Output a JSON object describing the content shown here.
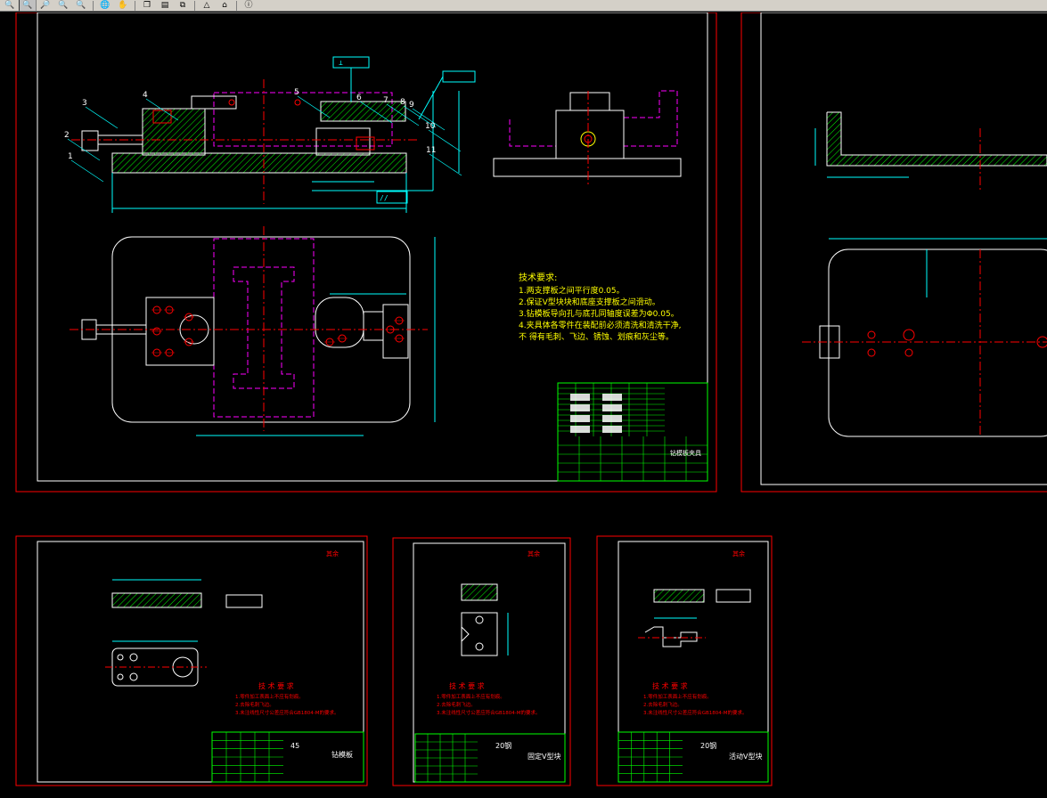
{
  "toolbar": {
    "buttons": [
      {
        "name": "zoom-realtime-icon",
        "glyph": "🔍"
      },
      {
        "name": "zoom-window-icon",
        "glyph": "🔍"
      },
      {
        "name": "zoom-previous-icon",
        "glyph": "🔎"
      },
      {
        "name": "zoom-in-icon",
        "glyph": "🔍"
      },
      {
        "name": "zoom-out-icon",
        "glyph": "🔍"
      },
      {
        "name": "view-3d-icon",
        "glyph": "🌐"
      },
      {
        "name": "pan-icon",
        "glyph": "✋"
      },
      {
        "name": "layer-icon",
        "glyph": "❐"
      },
      {
        "name": "print-icon",
        "glyph": "▤"
      },
      {
        "name": "copy-icon",
        "glyph": "⧉"
      },
      {
        "name": "measure-icon",
        "glyph": "△"
      },
      {
        "name": "home-icon",
        "glyph": "⌂"
      },
      {
        "name": "info-icon",
        "glyph": "ⓘ"
      }
    ]
  },
  "main_sheet": {
    "part_numbers": [
      "1",
      "2",
      "3",
      "4",
      "5",
      "6",
      "7",
      "8",
      "9",
      "10",
      "11"
    ],
    "tolerance_perp": "⊥",
    "tolerance_par": "//",
    "tech_title": "技术要求:",
    "tech_lines": [
      "1.两支撑板之间平行度0.05。",
      "2.保证V型块块和底座支撑板之间滑动。",
      "3.钻模板导向孔与底孔同轴度误差为Φ0.05。",
      "4.夹具体各零件在装配前必须清洗和清洗干净,",
      "不 得有毛刺、飞边、锈蚀、划痕和灰尘等。"
    ],
    "title_block": "钻模板夹具"
  },
  "sheet_a": {
    "tech_title": "技 术 要 求",
    "tech_lines": [
      "1.零件加工表面上不应有划痕。",
      "2.去除毛刺飞边。",
      "3.未注线性尺寸公差应符合GB1804-M的要求。"
    ],
    "roughness": "其余",
    "material": "45",
    "part_name": "钻模板"
  },
  "sheet_b": {
    "tech_title": "技 术 要 求",
    "tech_lines": [
      "1.零件加工表面上不应有划痕。",
      "2.去除毛刺飞边。",
      "3.未注线性尺寸公差应符合GB1804-M的要求。"
    ],
    "roughness": "其余",
    "material": "20钢",
    "part_name": "固定V型块"
  },
  "sheet_c": {
    "tech_title": "技 术 要 求",
    "tech_lines": [
      "1.零件加工表面上不应有划痕。",
      "2.去除毛刺飞边。",
      "3.未注线性尺寸公差应符合GB1804-M的要求。"
    ],
    "roughness": "其余",
    "material": "20钢",
    "part_name": "活动V型块"
  },
  "colors": {
    "frame_red": "#ff0000",
    "frame_white": "#ffffff",
    "cyan": "#00ffff",
    "magenta": "#ff00ff",
    "green": "#00ff00",
    "yellow": "#ffff00"
  }
}
